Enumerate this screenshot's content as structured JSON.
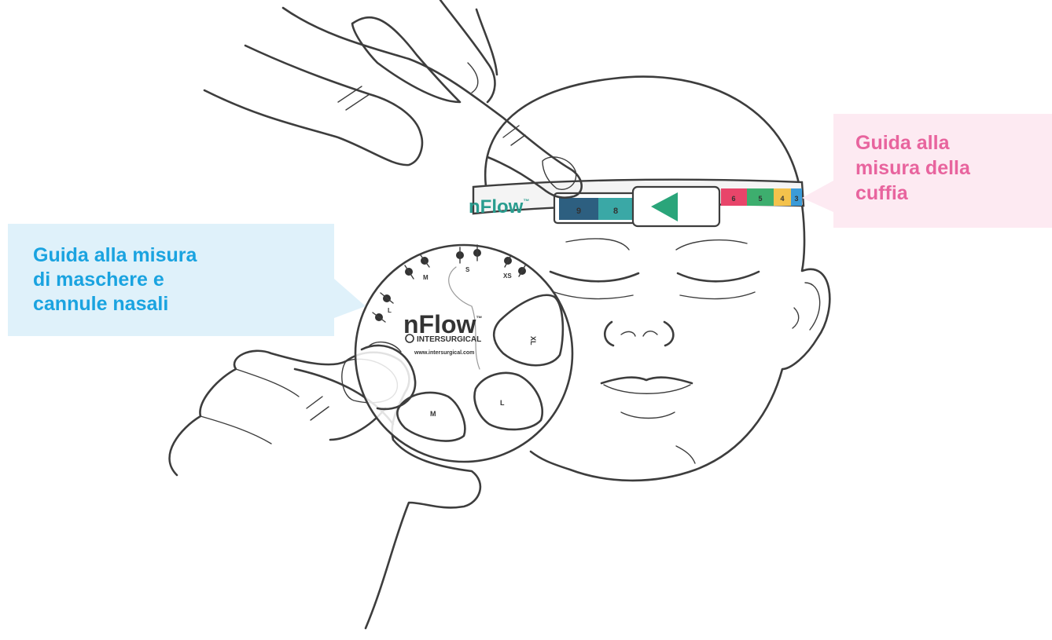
{
  "callouts": {
    "headgear": {
      "line1": "Guida alla",
      "line2": "misura della",
      "line3": "cuffia",
      "color": "#e8649e",
      "background": "#fdeaf2"
    },
    "mask": {
      "line1": "Guida alla misura",
      "line2": "di maschere e",
      "line3": "cannule nasali",
      "color": "#1aa3e0",
      "background": "#dff1fa"
    }
  },
  "headband": {
    "logo": "nFlow",
    "trademark": "™",
    "numbers": [
      "9",
      "8",
      "6",
      "5",
      "4",
      "3"
    ],
    "colors": {
      "nine": "#2d5f80",
      "eight": "#3aa8a6",
      "orange": "#f29a3a",
      "six": "#e8456a",
      "five": "#3dae6e",
      "four": "#f4c24c",
      "three": "#3b9bd8",
      "arrow": "#2aa57a",
      "logo": "#2a9d8f"
    }
  },
  "gauge": {
    "logo": "nFlow",
    "trademark": "™",
    "brand": "INTERSURGICAL",
    "url": "www.intersurgical.com",
    "size_marks": [
      "M",
      "S",
      "XS",
      "L"
    ],
    "cutout_labels": [
      "XL",
      "M",
      "L"
    ]
  }
}
